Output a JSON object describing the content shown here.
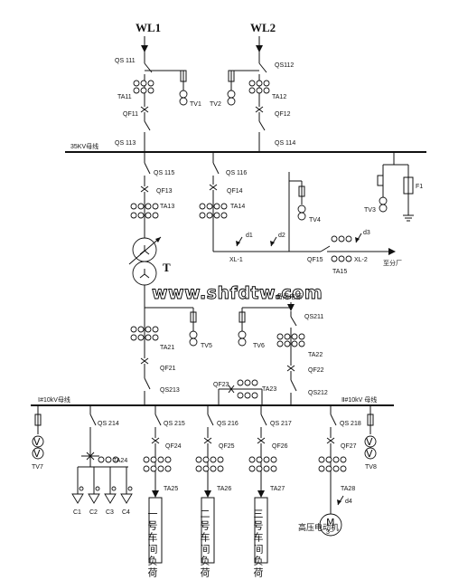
{
  "sources": {
    "wl1": "WL1",
    "wl2": "WL2"
  },
  "bus35": {
    "label": "35KV母线"
  },
  "bus10_left": {
    "label": "Ⅰ#10kV母线"
  },
  "bus10_right": {
    "label": "Ⅱ#10kV 母线"
  },
  "incoming": {
    "qs111": "QS 111",
    "qs112": "QS112",
    "ta11": "TA11",
    "ta12": "TA12",
    "tv1": "TV1",
    "tv2": "TV2",
    "qf11": "QF11",
    "qf12": "QF12",
    "qs113": "QS 113",
    "qs114": "QS 114"
  },
  "mid": {
    "qs115": "QS 115",
    "qs116": "QS 116",
    "qf13": "QF13",
    "qf14": "QF14",
    "ta13": "TA13",
    "ta14": "TA14",
    "transformer": "T",
    "fu1": "F1",
    "tv3": "TV3",
    "tv4": "TV4",
    "d1": "d1",
    "d2": "d2",
    "d3": "d3",
    "xl1": "XL-1",
    "xl2": "XL-2",
    "qf15": "QF15",
    "ta15": "TA15",
    "to_factory": "至分厂"
  },
  "watermark": "www.shfdtw.com",
  "backup_source": "备用电源",
  "lower": {
    "ta21": "TA21",
    "tv5": "TV5",
    "qf21": "QF21",
    "qs213": "QS213",
    "tv6": "TV6",
    "qs211": "QS211",
    "ta22": "TA22",
    "qf22": "QF22",
    "qs212": "QS212",
    "qf23": "QF23",
    "ta23": "TA23"
  },
  "feeders": {
    "qs214": "QS 214",
    "qs215": "QS 215",
    "qs216": "QS 216",
    "qs217": "QS 217",
    "qs218": "QS 218",
    "qf24": "QF24",
    "qf25": "QF25",
    "qf26": "QF26",
    "qf27": "QF27",
    "ta24": "TA24",
    "ta25": "TA25",
    "ta26": "TA26",
    "ta27": "TA27",
    "ta28": "TA28",
    "tv7": "TV7",
    "tv8": "TV8",
    "caps": [
      "C1",
      "C2",
      "C3",
      "C4"
    ],
    "load1": "一号车间负荷",
    "load2": "二号车间负荷",
    "load3": "三号车间负荷",
    "d4": "d4",
    "motor": "M",
    "motor_sub": "3~",
    "motor_label": "高压电动机"
  },
  "vt_glyph": "V"
}
